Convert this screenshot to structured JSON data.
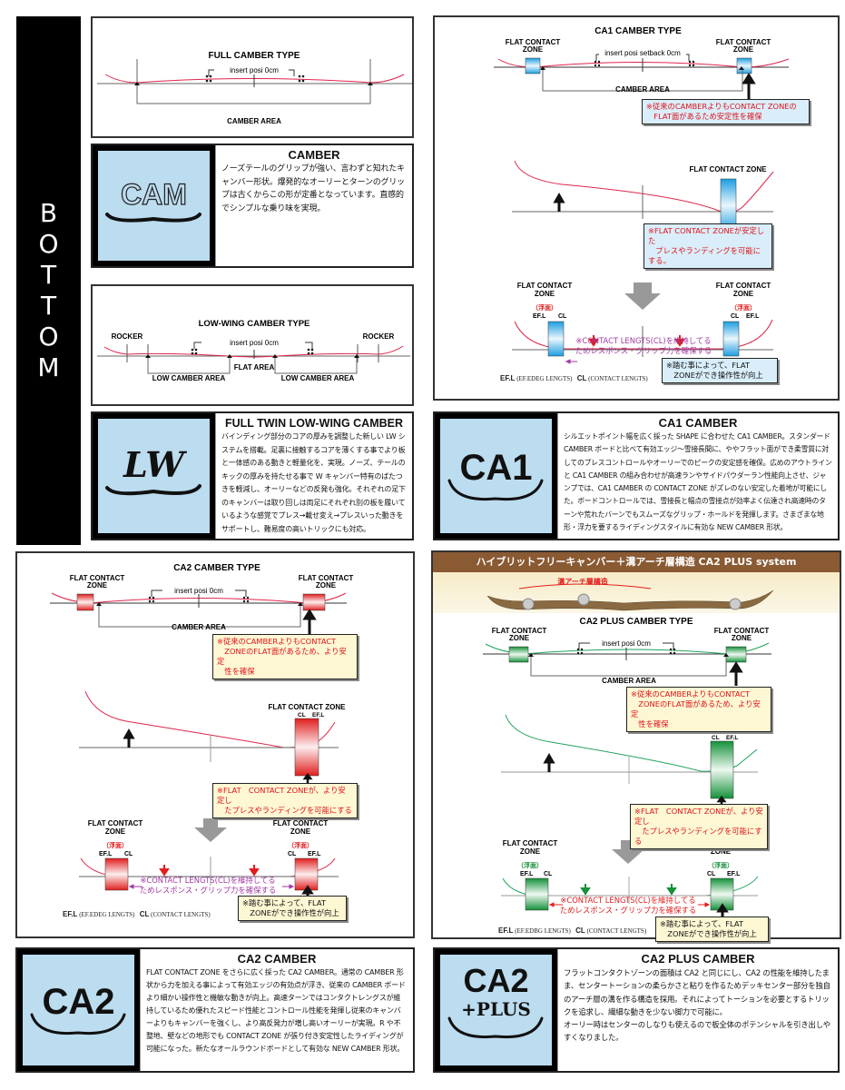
{
  "side_label": {
    "letters": [
      "B",
      "O",
      "T",
      "T",
      "O",
      "M"
    ]
  },
  "colors": {
    "camber_line": "#e0254a",
    "ca1_zone": "#1d9de0",
    "ca2_zone": "#e01e1e",
    "ca2plus_zone": "#14913a",
    "ca2plus_line": "#1fa35a",
    "logo_bg": "#bcdcef",
    "plus_header": "#8a5a33"
  },
  "full_camber": {
    "title": "FULL CAMBER TYPE",
    "insert_label": "insert posi 0cm",
    "area_label": "CAMBER AREA"
  },
  "camber_desc": {
    "logo": "CAM",
    "title": "CAMBER",
    "text": "ノーズテールのグリップが強い、言わずと知れたキャンバー形状。爆発的なオーリーとターンのグリップは古くからこの形が定番となっています。直感的でシンプルな乗り味を実現。"
  },
  "low_wing": {
    "title": "LOW-WING CAMBER TYPE",
    "insert_label": "insert posi 0cm",
    "rocker_left": "ROCKER",
    "rocker_right": "ROCKER",
    "flat_area": "FLAT AREA",
    "low_area_left": "LOW CAMBER AREA",
    "low_area_right": "LOW CAMBER AREA"
  },
  "lw_desc": {
    "logo": "LW",
    "title": "FULL TWIN LOW-WING CAMBER",
    "text": "バインディング部分のコアの厚みを調整した新しい LW システムを搭載。足裏に接触するコアを薄くする事でより板と一体感のある動きと軽量化を、実現。ノーズ、テールのキックの厚みを持たせる事で W キャンバー特有のばたつきを軽減し、オーリーなどの反発も強化。それぞれの足下のキャンバーは取り回しは両足にそれぞれ別の板を履いているような感覚でプレス→載せ変え→プレスいった動きをサポートし、難易度の高いトリックにも対応。"
  },
  "ca1": {
    "title": "CA1 CAMBER TYPE",
    "zone_label": "FLAT CONTACT\nZONE",
    "insert_label": "insert posi setback 0cm",
    "area_label": "CAMBER AREA",
    "callout1": "※従来のCAMBERよりもCONTACT ZONEの\n　FLAT面があるため安定性を確保",
    "zone_single": "FLAT CONTACT ZONE",
    "callout2": "※FLAT CONTACT ZONEが安定した\n　プレスやランディングを可能にする。",
    "zone_sub": "（浮面）",
    "efl": "EF.L",
    "cl": "CL",
    "cl_note": "※CONTACT LENGTS(CL)を維持してる\nためレスポンス・グリップ力を確保する",
    "callout3": "※踏む事によって、FLAT\n　ZONEができ操作性が向上",
    "legend_efl": "EF.L",
    "legend_efl_full": "(EF.EDEG LENGTS)",
    "legend_cl": "CL",
    "legend_cl_full": "(CONTACT LENGTS)"
  },
  "ca1_desc": {
    "logo": "CA1",
    "title": "CA1 CAMBER",
    "text": "シルエットポイント幅を広く採った SHAPE に合わせた CA1 CAMBER。スタンダード CAMBER ボードと比べて有効エッジ～雪接長間に、ややフラット面ができ柔雪質に対してのプレスコントロールやオーリーでのピークの安定感を確保。広めのアウトラインと CA1 CAMBER の組み合わせが高速ランやサイドパウダーラン性能向上させ、ジャンプでは、CA1 CAMBER の CONTACT ZONE がズレのない安定した着地が可能にした。ボードコントロールでは、雪接長と幅点の雪接点が効率よく伝達され高速時のターンや荒れたバーンでもスムーズなグリップ・ホールドを発揮します。さまざまな地形・浮力を要するライディングスタイルに有効な NEW CAMBER 形状。"
  },
  "ca2": {
    "title": "CA2 CAMBER TYPE",
    "zone_label": "FLAT CONTACT\nZONE",
    "insert_label": "insert posi 0cm",
    "area_label": "CAMBER AREA",
    "callout1": "※従来のCAMBERよりもCONTACT\n　ZONEのFLAT面があるため、より安定\n　性を確保",
    "zone_single": "FLAT CONTACT ZONE",
    "callout2": "※FLAT　CONTACT ZONEが、より安定し\n　たプレスやランディングを可能にする",
    "zone_sub": "（浮面）",
    "efl": "EF.L",
    "cl": "CL",
    "cl_note": "※CONTACT LENGTS(CL)を維持してる\nためレスポンス・グリップ力を確保する",
    "callout3": "※踏む事によって、FLAT\n　ZONEができ操作性が向上",
    "legend_efl": "EF.L",
    "legend_efl_full": "(EF.EDEG LENGTS)",
    "legend_cl": "CL",
    "legend_cl_full": "(CONTACT LENGTS)"
  },
  "ca2_desc": {
    "logo": "CA2",
    "title": "CA2 CAMBER",
    "text": "FLAT CONTACT ZONE をさらに広く採った CA2 CAMBER。通常の CAMBER 形状から力を加える事によって有効エッジの有効点が浮き、従来の CAMBER ボードより細かい操作性と機敏な動きが向上。高速ターンではコンタクトレングスが維持しているため優れたスピード性能とコントロール性能を発揮し従来のキャンバーよりもキャンバーを強くし、より高反発力が増し高いオーリーが実現。R や不整地、壁などの地形でも CONTACT ZONE が張り付き安定性したライディングが可能になった。新たなオールラウンドボードとして有効な NEW CAMBER 形状。"
  },
  "ca2plus": {
    "header": "ハイブリットフリーキャンバー＋溝アーチ層構造 CA2 PLUS system",
    "arch_label": "溝アーチ層構造",
    "title": "CA2 PLUS CAMBER TYPE",
    "zone_label": "FLAT CONTACT\nZONE",
    "insert_label": "insert posi 0cm",
    "area_label": "CAMBER AREA",
    "callout1": "※従来のCAMBERよりもCONTACT\n　ZONEのFLAT面があるため、より安定\n　性を確保",
    "zone_single": "FLAT CONTACT ZONE",
    "callout2": "※FLAT　CONTACT ZONEが、より安定し\n　たプレスやランディングを可能にする",
    "zone_sub": "（浮面）",
    "efl": "EF.L",
    "cl": "CL",
    "cl_note": "※CONTACT LENGTS(CL)を維持してる\nためレスポンス・グリップ力を確保する",
    "callout3": "※踏む事によって、FLAT\n　ZONEができ操作性が向上",
    "legend_efl": "EF.L",
    "legend_efl_full": "(EF.EDBG LENGTS)",
    "legend_cl": "CL",
    "legend_cl_full": "(CONTACT LENGTS)"
  },
  "ca2plus_desc": {
    "logo": "CA2",
    "logo_sub": "+PLUS",
    "title": "CA2 PLUS CAMBER",
    "text": "フラットコンタクトゾーンの面積は CA2 と同じにし、CA2 の性能を維持したまま、センタートーションの柔らかさと粘りを作るためデッキセンター部分を独自のアーチ層の溝を作る構造を採用。それによってトーションを必要とするトリックを追求し、繊細な動きを少ない脚力で可能に。\nオーリー時はセンターのしなりも使えるので板全体のポテンシャルを引き出しやすくなりました。"
  }
}
